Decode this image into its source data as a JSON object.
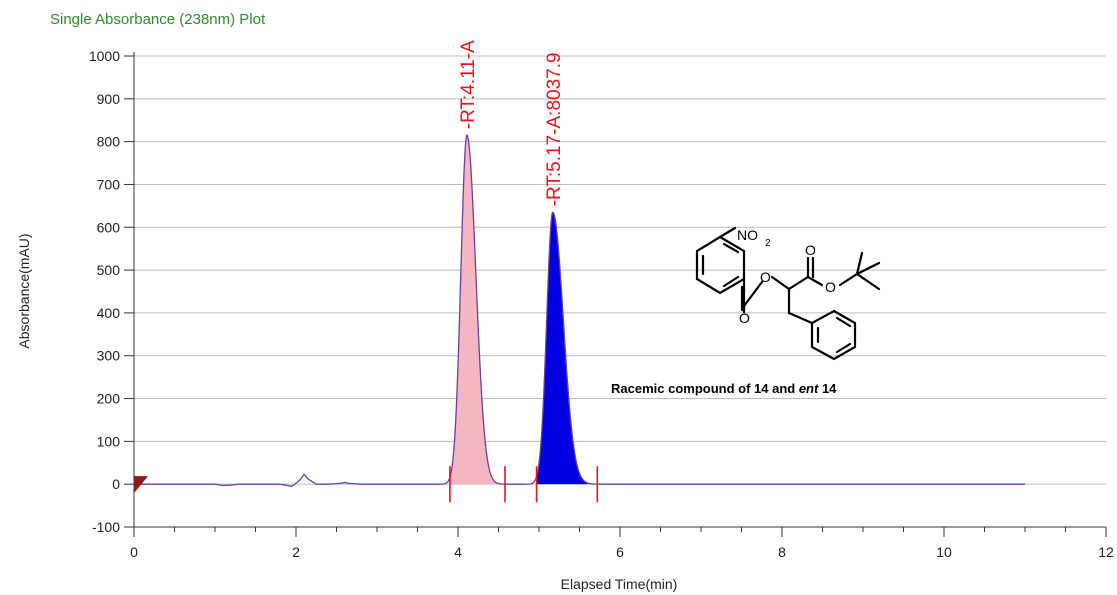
{
  "chart_data": {
    "type": "line",
    "title": "Single Absorbance (238nm) Plot",
    "xlabel": "Elapsed Time(min)",
    "ylabel": "Absorbance(mAU)",
    "xlim": [
      0,
      12
    ],
    "ylim": [
      -100,
      1000
    ],
    "xticks": [
      0,
      2,
      4,
      6,
      8,
      10,
      12
    ],
    "yticks": [
      -100,
      0,
      100,
      200,
      300,
      400,
      500,
      600,
      700,
      800,
      900,
      1000
    ],
    "grid": "horizontal",
    "colors": {
      "trace": "#6b3fa0",
      "peak1_fill": "#f4b6c2",
      "peak2_fill": "#0000e0",
      "annotation": "#e8141b",
      "marker": "#e8141b"
    },
    "baseline": {
      "x": [
        0,
        1.0,
        1.1,
        1.2,
        1.3,
        1.8,
        1.95,
        2.05,
        2.1,
        2.15,
        2.25,
        2.4,
        2.55,
        2.6,
        2.65,
        2.8,
        3.5,
        3.9,
        11.0
      ],
      "y": [
        0,
        0,
        -3,
        -2,
        0,
        0,
        -5,
        10,
        23,
        12,
        0,
        0,
        2,
        4,
        2,
        0,
        0,
        0,
        0
      ]
    },
    "peaks": [
      {
        "label": "-RT:4.11-A",
        "rt": 4.11,
        "height": 815,
        "start": 3.9,
        "end": 4.58,
        "sigma_left": 0.075,
        "sigma_right": 0.11
      },
      {
        "label": "-RT:5.17-A:8037.9",
        "rt": 5.17,
        "height": 635,
        "start": 4.97,
        "end": 5.72,
        "sigma_left": 0.075,
        "sigma_right": 0.13
      }
    ],
    "annotation": {
      "text_main": "Racemic compound of 14 and ",
      "text_italic": "ent",
      "text_tail": " 14"
    },
    "structure_labels": {
      "no2": "NO",
      "no2_sub": "2",
      "o1": "O",
      "o2": "O",
      "o3": "O",
      "o4": "O"
    }
  }
}
